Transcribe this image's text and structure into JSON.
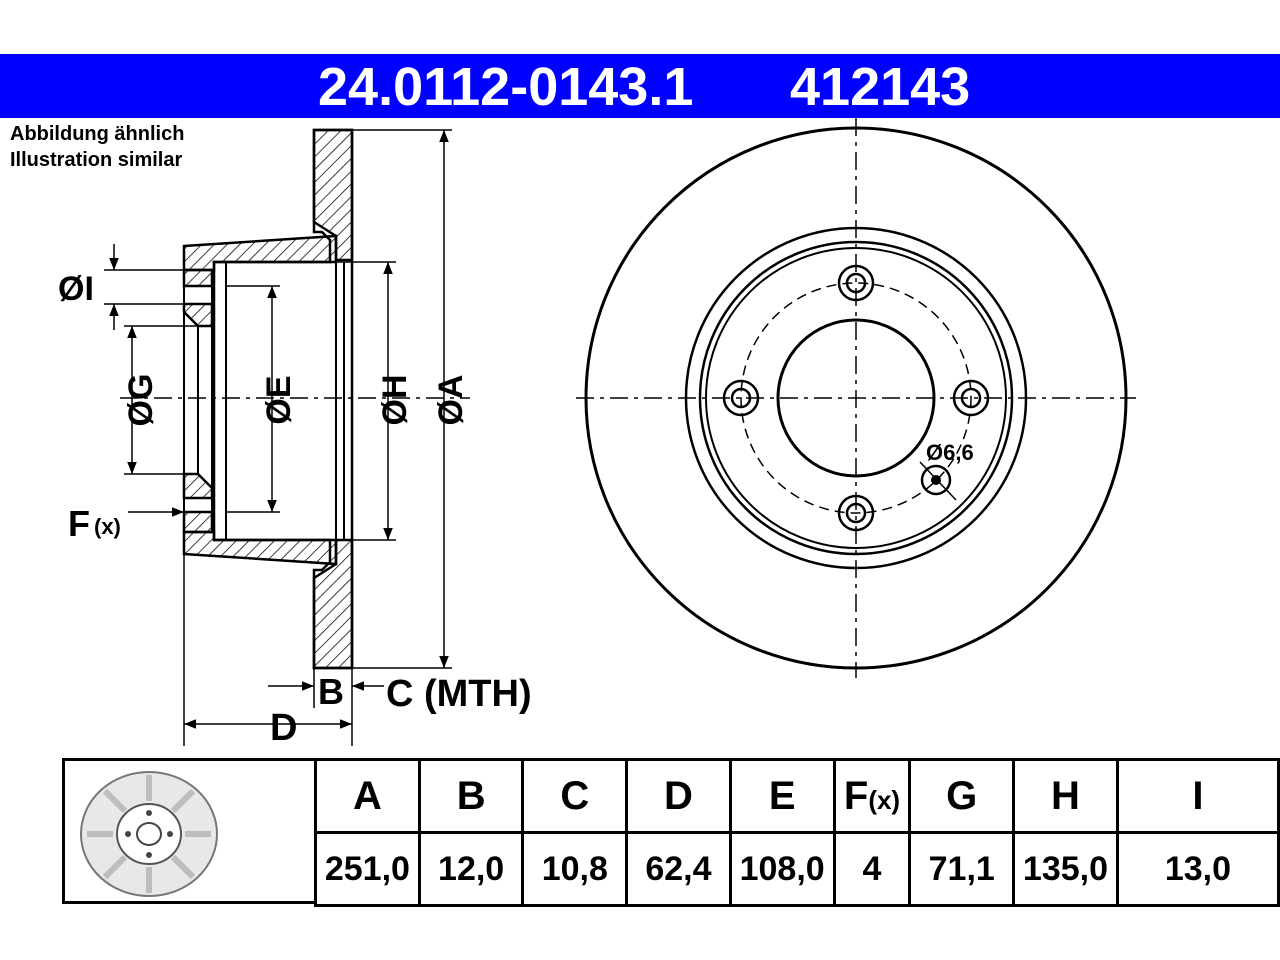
{
  "header": {
    "part_number": "24.0112-0143.1",
    "ref_number": "412143"
  },
  "notes": {
    "line1": "Abbildung ähnlich",
    "line2": "Illustration similar"
  },
  "section_labels": {
    "dia_i": "ØI",
    "dia_g": "ØG",
    "dia_e": "ØE",
    "dia_h": "ØH",
    "dia_a": "ØA",
    "f_label": "F",
    "f_sub": "(x)",
    "b_label": "B",
    "c_label": "C (MTH)",
    "d_label": "D"
  },
  "front_view": {
    "bolt_hole_label": "Ø6,6"
  },
  "spec_table": {
    "headers": [
      "A",
      "B",
      "C",
      "D",
      "E",
      "F",
      "G",
      "H",
      "I"
    ],
    "f_header_sub": "(x)",
    "values": [
      "251,0",
      "12,0",
      "10,8",
      "62,4",
      "108,0",
      "4",
      "71,1",
      "135,0",
      "13,0"
    ]
  },
  "colors": {
    "title_bar": "#0000ff",
    "title_text": "#ffffff",
    "line": "#000000"
  }
}
